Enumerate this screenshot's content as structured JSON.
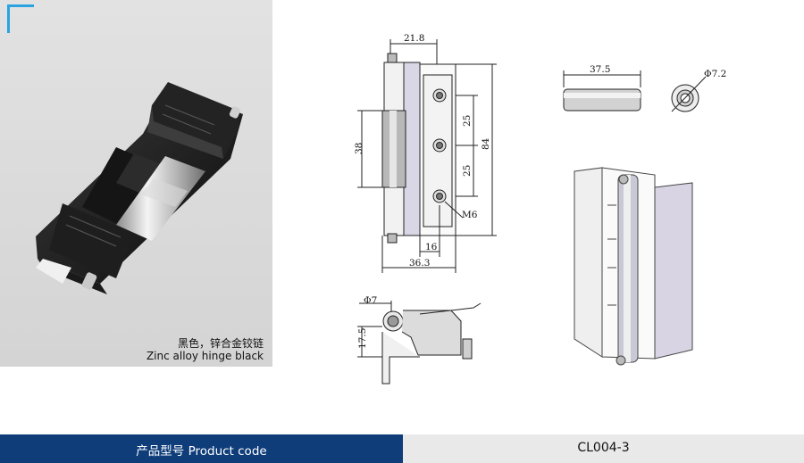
{
  "product": {
    "caption_cn": "黑色，锌合金铰链",
    "caption_en": "Zinc alloy hinge black",
    "photo_icon": "hinge-photo-icon"
  },
  "drawing": {
    "dims": {
      "top_width": "21.8",
      "hole_pitch_a": "25",
      "hole_pitch_b": "25",
      "overall_height": "84",
      "pin_length": "38",
      "thread": "M6",
      "hole_offset": "16",
      "overall_width": "36.3",
      "pin_rod_length": "37.5",
      "pin_diameter": "Φ7.2",
      "knuckle_diameter": "Φ7",
      "side_height": "17.5"
    },
    "colors": {
      "line": "#222222",
      "accent": "#2aa3e0",
      "footer_blue": "#0e3d7a"
    }
  },
  "footer": {
    "label": "产品型号  Product code",
    "code": "CL004-3"
  }
}
